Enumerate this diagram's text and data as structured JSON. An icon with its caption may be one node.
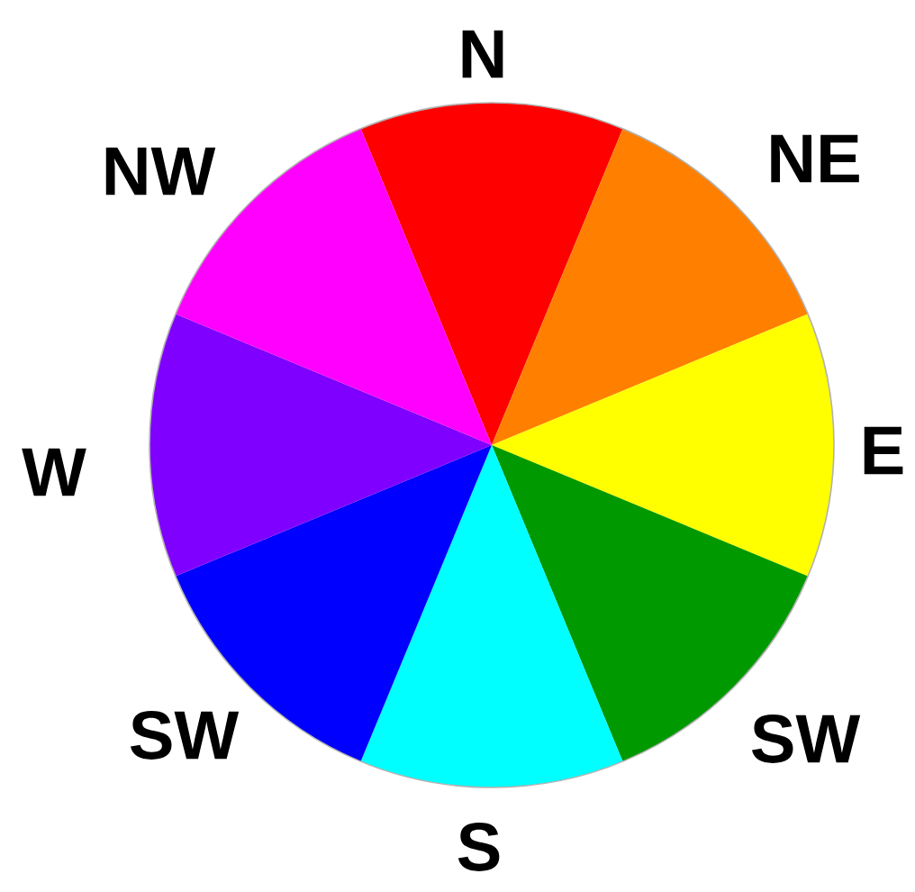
{
  "diagram": {
    "nodes": [
      {
        "text": [
          "N"
        ]
      },
      {
        "text": [
          "NE"
        ]
      },
      {
        "text": [
          "E"
        ]
      },
      {
        "text": [
          "SW"
        ]
      },
      {
        "text": [
          "S"
        ]
      },
      {
        "text": [
          "SW"
        ]
      },
      {
        "text": [
          "W"
        ]
      },
      {
        "text": [
          "NW"
        ]
      }
    ]
  }
}
